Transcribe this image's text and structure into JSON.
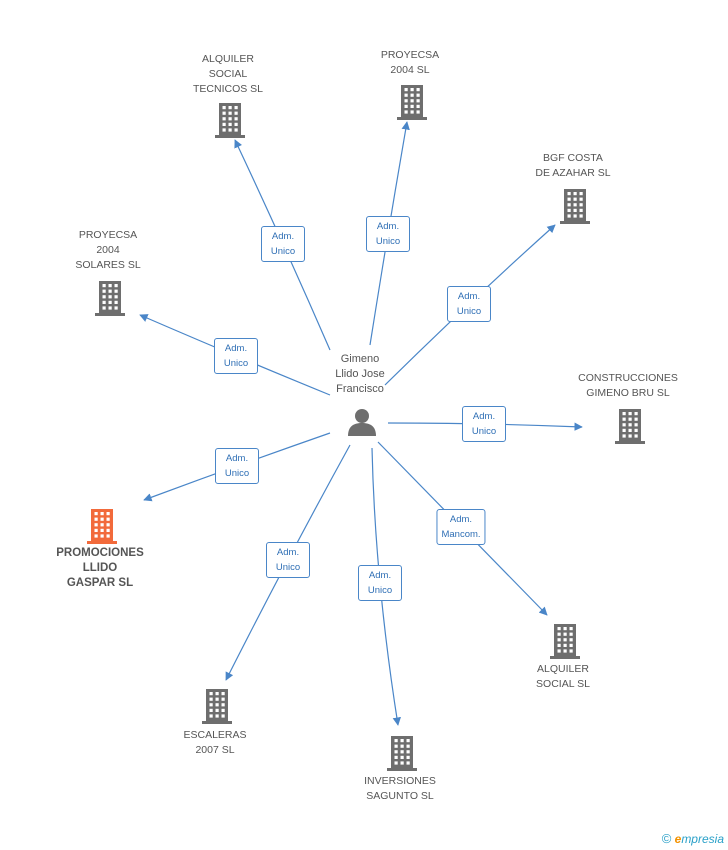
{
  "center": {
    "label": "Gimeno\nLlido Jose\nFrancisco",
    "icon": "person-icon"
  },
  "colors": {
    "edge": "#4a86c8",
    "company": "#6e6e6e",
    "highlight": "#f26a3b",
    "person": "#6e6e6e"
  },
  "companies": [
    {
      "id": "alquiler-social-tecnicos",
      "label": "ALQUILER\nSOCIAL\nTECNICOS SL",
      "role": "Adm.\nUnico",
      "highlight": false
    },
    {
      "id": "proyecsa-2004",
      "label": "PROYECSA\n2004 SL",
      "role": "Adm.\nUnico",
      "highlight": false
    },
    {
      "id": "bgf-costa-de-azahar",
      "label": "BGF COSTA\nDE AZAHAR SL",
      "role": "Adm.\nUnico",
      "highlight": false
    },
    {
      "id": "proyecsa-2004-solares",
      "label": "PROYECSA\n2004\nSOLARES SL",
      "role": "Adm.\nUnico",
      "highlight": false
    },
    {
      "id": "construcciones-gimeno-bru",
      "label": "CONSTRUCCIONES\nGIMENO BRU SL",
      "role": "Adm.\nUnico",
      "highlight": false
    },
    {
      "id": "promociones-llido-gaspar",
      "label": "PROMOCIONES\nLLIDO\nGASPAR SL",
      "role": "Adm.\nUnico",
      "highlight": true
    },
    {
      "id": "alquiler-social",
      "label": "ALQUILER\nSOCIAL SL",
      "role": "Adm.\nMancom.",
      "highlight": false
    },
    {
      "id": "escaleras-2007",
      "label": "ESCALERAS\n2007 SL",
      "role": "Adm.\nUnico",
      "highlight": false
    },
    {
      "id": "inversiones-sagunto",
      "label": "INVERSIONES\nSAGUNTO SL",
      "role": "Adm.\nUnico",
      "highlight": false
    }
  ],
  "footer": {
    "copyright": "©",
    "brand_initial": "e",
    "brand_rest": "mpresia"
  }
}
